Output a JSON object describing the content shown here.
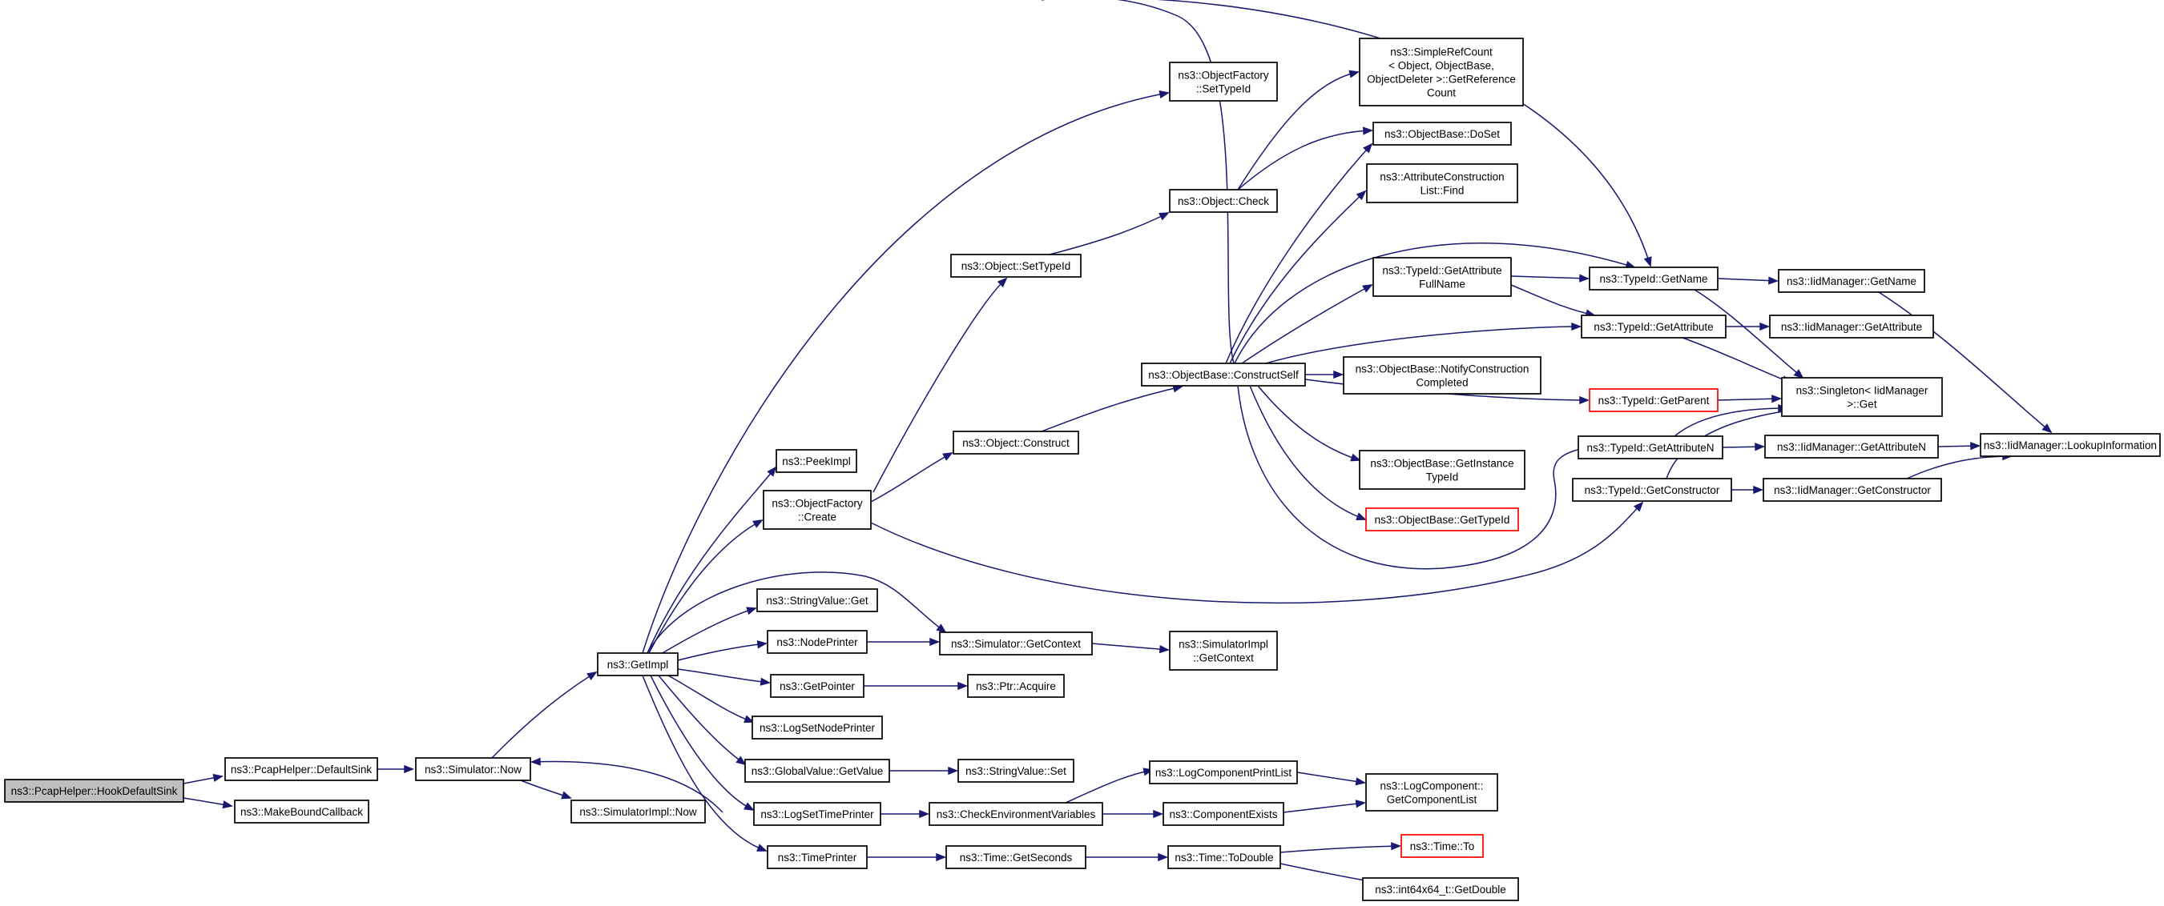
{
  "colors": {
    "edge": "#191970",
    "node_border": "#000000",
    "root_fill": "#bfbfbf",
    "highlight_border": "#ff0000",
    "background": "#ffffff"
  },
  "nodes": {
    "hookdefaultsink": {
      "lines": [
        "ns3::PcapHelper::HookDefaultSink"
      ],
      "style": "root"
    },
    "defaultsink": {
      "lines": [
        "ns3::PcapHelper::DefaultSink"
      ]
    },
    "makeboundcallback": {
      "lines": [
        "ns3::MakeBoundCallback"
      ]
    },
    "simnow": {
      "lines": [
        "ns3::Simulator::Now"
      ]
    },
    "getimpl": {
      "lines": [
        "ns3::GetImpl"
      ]
    },
    "simimplnow": {
      "lines": [
        "ns3::SimulatorImpl::Now"
      ]
    },
    "peekimpl": {
      "lines": [
        "ns3::PeekImpl"
      ]
    },
    "ofcreate": {
      "lines": [
        "ns3::ObjectFactory",
        "::Create"
      ]
    },
    "stringvalueget": {
      "lines": [
        "ns3::StringValue::Get"
      ]
    },
    "nodeprinter": {
      "lines": [
        "ns3::NodePrinter"
      ]
    },
    "getpointer": {
      "lines": [
        "ns3::GetPointer"
      ]
    },
    "logsetnodeprinter": {
      "lines": [
        "ns3::LogSetNodePrinter"
      ]
    },
    "globalvalueget": {
      "lines": [
        "ns3::GlobalValue::GetValue"
      ]
    },
    "logsettimeprinter": {
      "lines": [
        "ns3::LogSetTimePrinter"
      ]
    },
    "timeprinter": {
      "lines": [
        "ns3::TimePrinter"
      ]
    },
    "objsettypeid": {
      "lines": [
        "ns3::Object::SetTypeId"
      ]
    },
    "objconstruct": {
      "lines": [
        "ns3::Object::Construct"
      ]
    },
    "simgetcontext": {
      "lines": [
        "ns3::Simulator::GetContext"
      ]
    },
    "ptracquire": {
      "lines": [
        "ns3::Ptr::Acquire"
      ]
    },
    "stringvalueset": {
      "lines": [
        "ns3::StringValue::Set"
      ]
    },
    "checkenv": {
      "lines": [
        "ns3::CheckEnvironmentVariables"
      ]
    },
    "timegetseconds": {
      "lines": [
        "ns3::Time::GetSeconds"
      ]
    },
    "ofsettypeid": {
      "lines": [
        "ns3::ObjectFactory",
        "::SetTypeId"
      ]
    },
    "objcheck": {
      "lines": [
        "ns3::Object::Check"
      ]
    },
    "constructself": {
      "lines": [
        "ns3::ObjectBase::ConstructSelf"
      ]
    },
    "simimplgetcontext": {
      "lines": [
        "ns3::SimulatorImpl",
        "::GetContext"
      ]
    },
    "logcompprintlist": {
      "lines": [
        "ns3::LogComponentPrintList"
      ]
    },
    "compexists": {
      "lines": [
        "ns3::ComponentExists"
      ]
    },
    "timetodouble": {
      "lines": [
        "ns3::Time::ToDouble"
      ]
    },
    "getrefcount": {
      "lines": [
        "ns3::SimpleRefCount",
        "< Object, ObjectBase,",
        "ObjectDeleter >::GetReference",
        "Count"
      ]
    },
    "doset": {
      "lines": [
        "ns3::ObjectBase::DoSet"
      ]
    },
    "attrconstructionfind": {
      "lines": [
        "ns3::AttributeConstruction",
        "List::Find"
      ]
    },
    "getattrfullname": {
      "lines": [
        "ns3::TypeId::GetAttribute",
        "FullName"
      ]
    },
    "notifyconstruction": {
      "lines": [
        "ns3::ObjectBase::NotifyConstruction",
        "Completed"
      ]
    },
    "getinstancetypeid": {
      "lines": [
        "ns3::ObjectBase::GetInstance",
        "TypeId"
      ]
    },
    "objbasegettypeid": {
      "lines": [
        "ns3::ObjectBase::GetTypeId"
      ],
      "style": "red"
    },
    "getcomponentlist": {
      "lines": [
        "ns3::LogComponent::",
        "GetComponentList"
      ]
    },
    "timeto": {
      "lines": [
        "ns3::Time::To"
      ],
      "style": "red"
    },
    "int64getdouble": {
      "lines": [
        "ns3::int64x64_t::GetDouble"
      ]
    },
    "typeidgetname": {
      "lines": [
        "ns3::TypeId::GetName"
      ]
    },
    "typeidgetattribute": {
      "lines": [
        "ns3::TypeId::GetAttribute"
      ]
    },
    "typeidgetparent": {
      "lines": [
        "ns3::TypeId::GetParent"
      ],
      "style": "red"
    },
    "typeidgetattributen": {
      "lines": [
        "ns3::TypeId::GetAttributeN"
      ]
    },
    "typeidgetconstructor": {
      "lines": [
        "ns3::TypeId::GetConstructor"
      ]
    },
    "iidgetname": {
      "lines": [
        "ns3::IidManager::GetName"
      ]
    },
    "iidgetattribute": {
      "lines": [
        "ns3::IidManager::GetAttribute"
      ]
    },
    "singletonget": {
      "lines": [
        "ns3::Singleton< IidManager",
        ">::Get"
      ]
    },
    "iidgetattributen": {
      "lines": [
        "ns3::IidManager::GetAttributeN"
      ]
    },
    "iidgetconstructor": {
      "lines": [
        "ns3::IidManager::GetConstructor"
      ]
    },
    "iidlookup": {
      "lines": [
        "ns3::IidManager::LookupInformation"
      ]
    }
  }
}
